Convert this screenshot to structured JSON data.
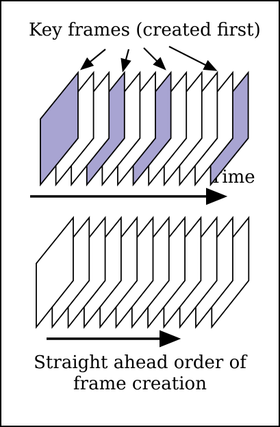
{
  "labels": {
    "key_frames": "Key frames (created first)",
    "time": "Time",
    "caption_line1": "Straight ahead order of",
    "caption_line2": "frame creation"
  },
  "colors": {
    "key_frame_fill": "#a8a4d2",
    "frame_fill": "#ffffff",
    "stroke": "#000000"
  },
  "top_sequence": {
    "frame_count": 12,
    "key_frame_positions": [
      1,
      4,
      7,
      12
    ]
  },
  "bottom_sequence": {
    "frame_count": 12
  }
}
